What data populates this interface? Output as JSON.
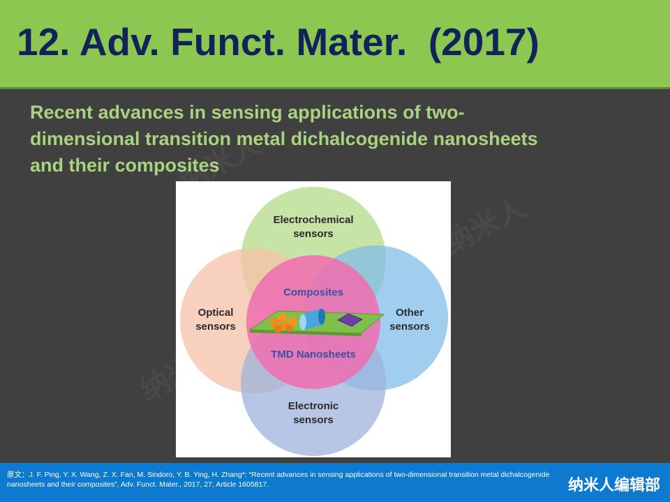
{
  "slide": {
    "title": "12. Adv. Funct. Mater.  (2017)",
    "subtitle": "Recent advances in sensing applications of two-dimensional transition metal dichalcogenide nanosheets and their composites"
  },
  "figure": {
    "labels": {
      "electrochemical_line1": "Electrochemical",
      "electrochemical_line2": "sensors",
      "optical_line1": "Optical",
      "optical_line2": "sensors",
      "other_line1": "Other",
      "other_line2": "sensors",
      "electronic_line1": "Electronic",
      "electronic_line2": "sensors",
      "composites": "Composites",
      "tmd": "TMD Nanosheets"
    },
    "colors": {
      "electrochemical": "#b8dd8e",
      "optical": "#f6c2a8",
      "other": "#82bee8",
      "electronic": "#9fb3dc",
      "center": "#ee6fb0",
      "text_dark": "#2a2a2a",
      "text_center": "#3b4fa3"
    }
  },
  "watermark": "纳米人",
  "footer": {
    "citation": "原文：J. F. Ping, Y. X. Wang, Z. X. Fan, M. Sindoro, Y. B. Ying, H. Zhang*: “Recent advances in sensing applications of two-dimensional transition metal dichalcogenide nanosheets and their composites”, Adv. Funct. Mater., 2017, 27, Article 1605817.",
    "brand": "纳米人编辑部"
  }
}
